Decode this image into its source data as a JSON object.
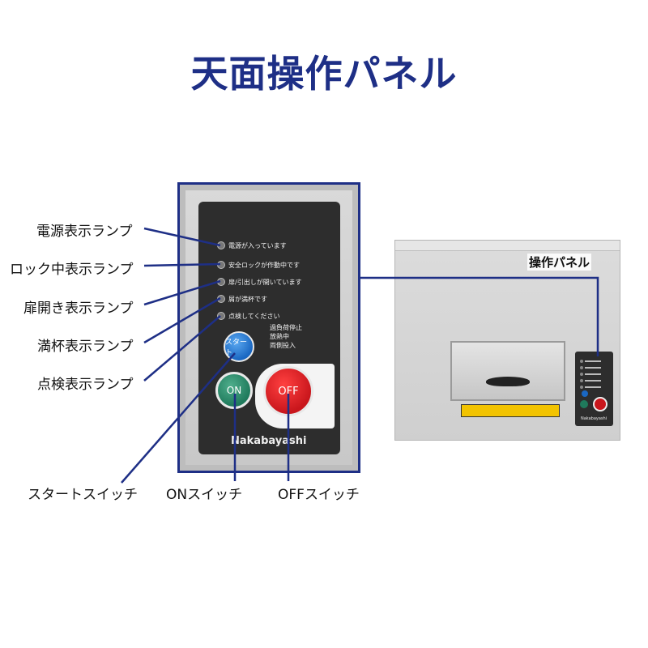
{
  "title": "天面操作パネル",
  "callouts": {
    "power_lamp": "電源表示ランプ",
    "lock_lamp": "ロック中表示ランプ",
    "door_lamp": "扉開き表示ランプ",
    "full_lamp": "満杯表示ランプ",
    "inspect_lamp": "点検表示ランプ",
    "start_switch": "スタートスイッチ",
    "on_switch": "ONスイッチ",
    "off_switch": "OFFスイッチ"
  },
  "panel": {
    "lamps": [
      "電源が入っています",
      "安全ロックが作動中です",
      "扉/引出しが開いています",
      "屑が満杯です",
      "点検してください"
    ],
    "inspect_reasons": [
      "過負荷停止",
      "放熱中",
      "両側投入"
    ],
    "start_label": "スタート",
    "on_label": "ON",
    "off_label": "OFF",
    "brand": "Nakabayashi"
  },
  "machine": {
    "panel_label": "操作パネル"
  },
  "colors": {
    "title": "#1e2f86",
    "leader_lines": "#1e2f86",
    "start_button": "#1a67c2",
    "on_button": "#1f7a5c",
    "off_button": "#c9161c"
  }
}
